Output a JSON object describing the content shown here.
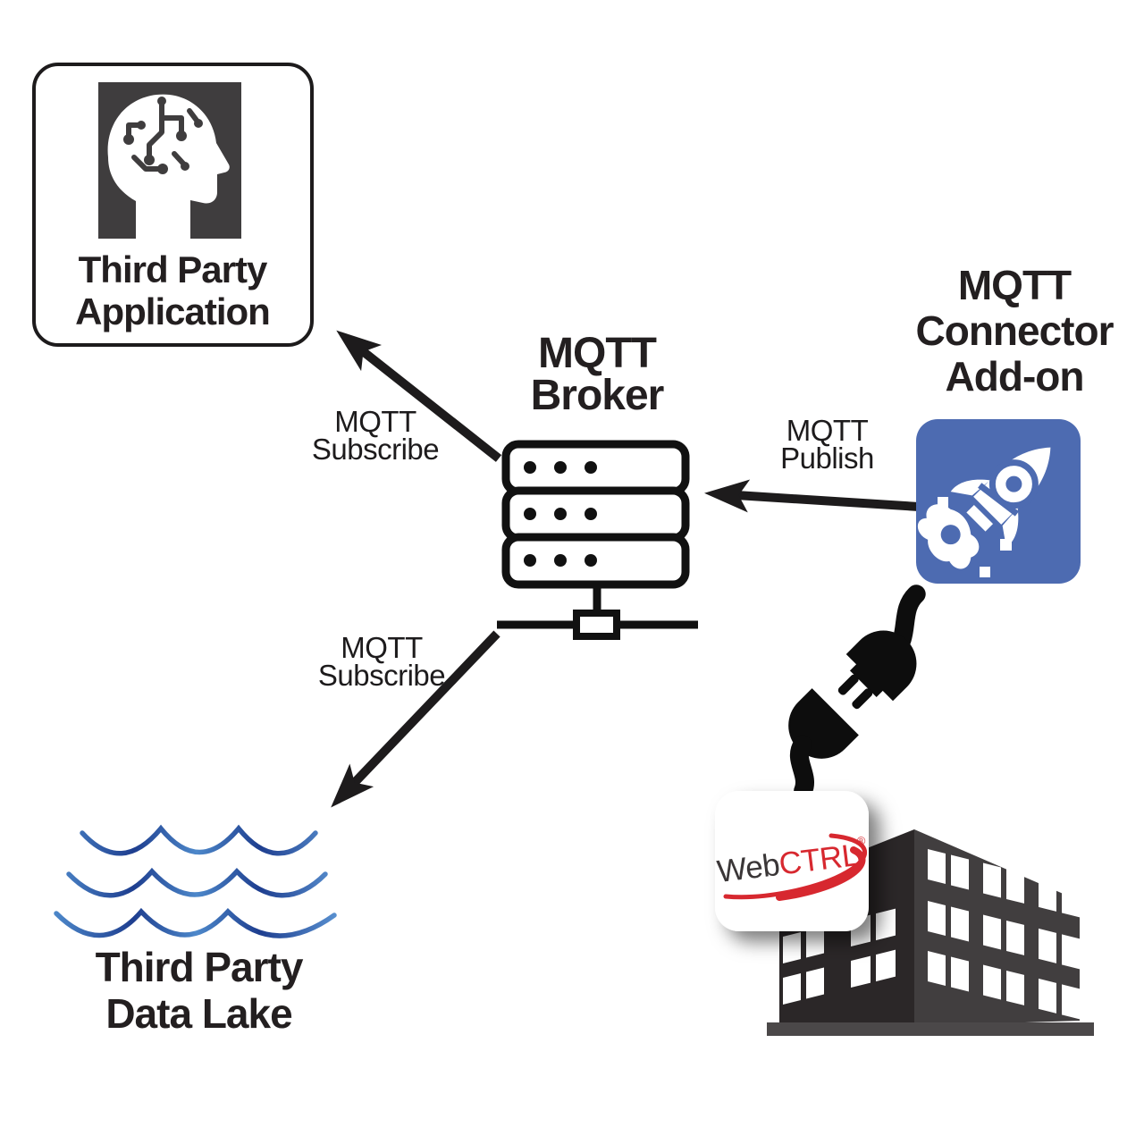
{
  "nodes": {
    "third_party_application": {
      "line1": "Third Party",
      "line2": "Application"
    },
    "mqtt_broker": {
      "line1": "MQTT",
      "line2": "Broker"
    },
    "mqtt_connector_addon": {
      "line1": "MQTT",
      "line2": "Connector",
      "line3": "Add-on"
    },
    "third_party_data_lake": {
      "line1": "Third Party",
      "line2": "Data Lake"
    },
    "webctrl": {
      "name_web": "Web",
      "name_ctrl": "CTRL",
      "registered": "®"
    }
  },
  "edges": {
    "broker_to_application": {
      "label_line1": "MQTT",
      "label_line2": "Subscribe"
    },
    "connector_to_broker": {
      "label_line1": "MQTT",
      "label_line2": "Publish"
    },
    "broker_to_data_lake": {
      "label_line1": "MQTT",
      "label_line2": "Subscribe"
    }
  },
  "icons": {
    "ai_head": "ai-head-icon",
    "server": "server-stack-icon",
    "rocket": "rocket-icon",
    "plug": "plug-disconnect-icon",
    "building": "building-icon",
    "waves": "data-lake-waves-icon"
  },
  "colors": {
    "ink": "#1d1b1c",
    "icon_dark": "#3f3d3e",
    "connector_blue": "#4d6bb1",
    "webctrl_red": "#d7282f",
    "wave_navy": "#1e3e8f",
    "wave_light": "#4d88ca",
    "building_left": "#2b2728",
    "building_right": "#413e3f",
    "building_base": "#4b4849"
  }
}
